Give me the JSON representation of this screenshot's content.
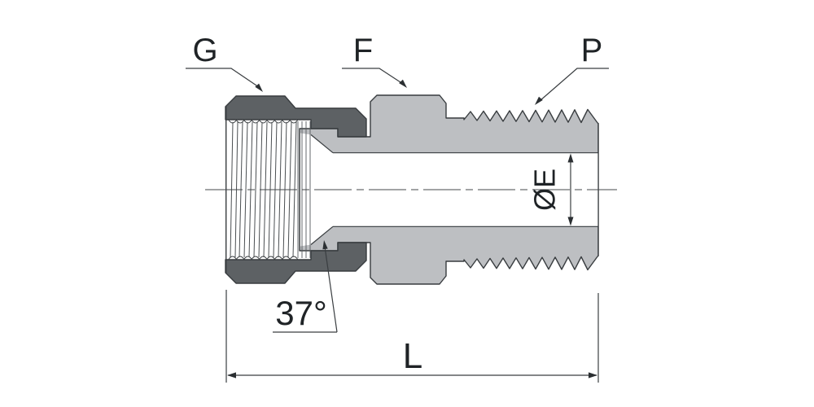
{
  "drawing": {
    "callouts": {
      "g_label": "G",
      "f_label": "F",
      "p_label": "P"
    },
    "dimensions": {
      "bore_diameter_label": "ØE",
      "flare_angle_label": "37°",
      "overall_length_label": "L"
    },
    "colors": {
      "nut_fill": "#5d6164",
      "body_fill": "#bdbfc2",
      "outline": "#383c3f",
      "dimension_line": "#3a3e41",
      "background": "#ffffff"
    }
  }
}
